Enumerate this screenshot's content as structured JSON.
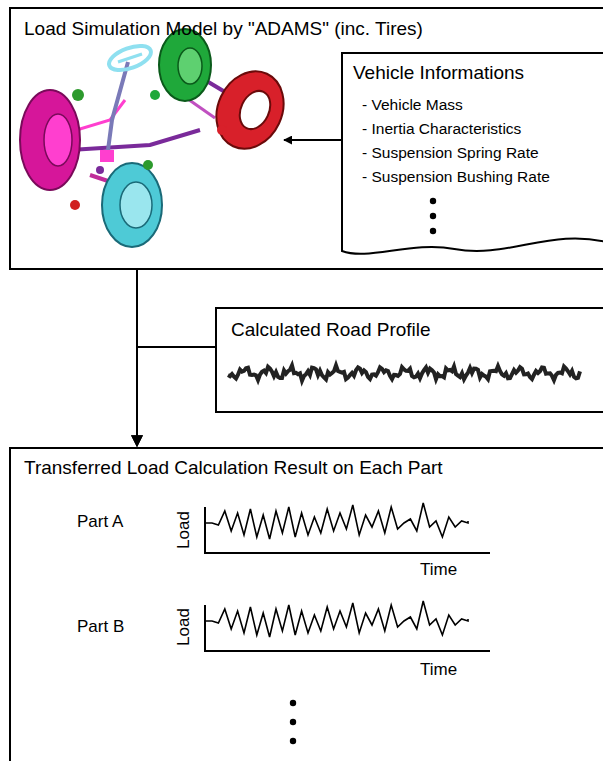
{
  "diagram": {
    "nodes": [
      {
        "text": [
          "Load Simulation Model by \"ADAMS\" (inc. Tires)"
        ]
      },
      {
        "text": [
          "Vehicle Informations",
          "- Vehicle Mass",
          "- Inertia Characteristics",
          "- Suspension Spring Rate",
          "- Suspension Bushing Rate"
        ],
        "in": 0
      },
      {
        "text": [
          "Calculated Road Profile"
        ]
      },
      {
        "text": [
          "Transferred Load Calculation Result on Each Part"
        ]
      }
    ],
    "edges": [
      {
        "from": 0,
        "to": 3,
        "arrow": "to"
      },
      {
        "from": 2,
        "to": 3,
        "arrow": "to"
      }
    ],
    "labels": [
      "Part A",
      "Load",
      "Time",
      "Part B",
      "Load",
      "Time"
    ]
  }
}
